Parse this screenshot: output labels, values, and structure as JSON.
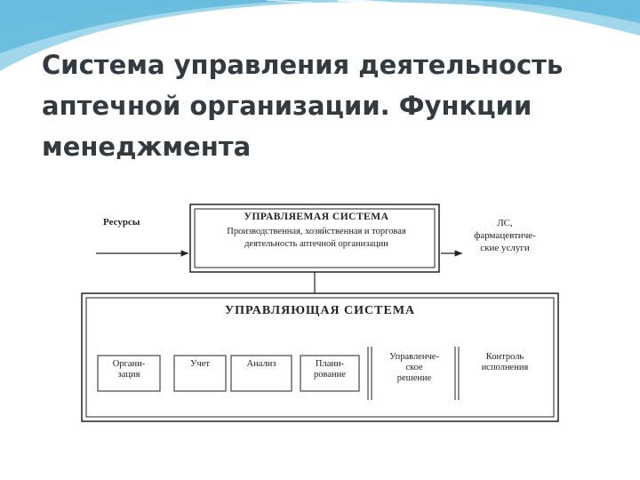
{
  "slide": {
    "title_lines": [
      "Система управления деятельность",
      "аптечной организации. Функции",
      "менеджмента"
    ],
    "accent_colors": {
      "swoosh_light": "#cfeaf4",
      "swoosh_mid": "#8fd0e8",
      "swoosh_dark": "#3fa9d3"
    }
  },
  "diagram": {
    "input_label": "Ресурсы",
    "output_label_lines": [
      "ЛС,",
      "фармацевтиче-",
      "ские услуги"
    ],
    "managed_system": {
      "title": "УПРАВЛЯЕМАЯ СИСТЕМА",
      "desc_lines": [
        "Производственная, хозяйственная и торговая",
        "деятельность аптечной организации"
      ]
    },
    "managing_system": {
      "title": "УПРАВЛЯЮЩАЯ СИСТЕМА",
      "functions": [
        {
          "lines": [
            "Органи-",
            "зация"
          ]
        },
        {
          "lines": [
            "Учет"
          ]
        },
        {
          "lines": [
            "Анализ"
          ]
        },
        {
          "lines": [
            "Плани-",
            "рование"
          ]
        },
        {
          "lines": [
            "Управленче-",
            "ское",
            "решение"
          ]
        },
        {
          "lines": [
            "Контроль",
            "исполнения"
          ]
        }
      ]
    }
  }
}
